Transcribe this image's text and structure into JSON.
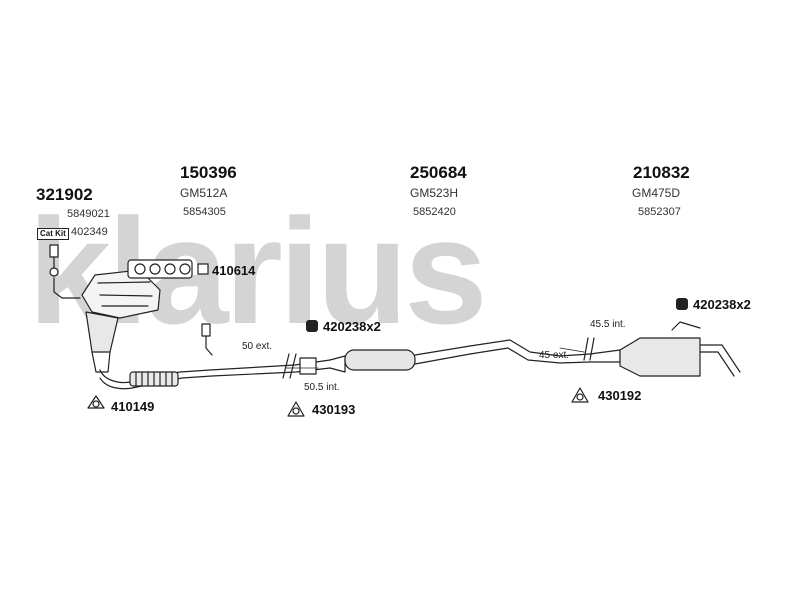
{
  "brand_watermark": "klarius",
  "parts": [
    {
      "part_no": "321902",
      "oe_code": "",
      "ref": "5849021"
    },
    {
      "part_no": "150396",
      "oe_code": "GM512A",
      "ref": "5854305"
    },
    {
      "part_no": "250684",
      "oe_code": "GM523H",
      "ref": "5852420"
    },
    {
      "part_no": "210832",
      "oe_code": "GM475D",
      "ref": "5852307"
    }
  ],
  "cat_kit": {
    "label": "Cat Kit",
    "number": "402349"
  },
  "fittings": {
    "gasket_manifold": "410614",
    "clamp_front": "410149",
    "rubber_mount_mid": "420238x2",
    "rubber_mount_rear": "420238x2",
    "clamp_mid": "430193",
    "clamp_rear": "430192"
  },
  "dimensions": {
    "front_ext": "50 ext.",
    "front_int": "50.5 int.",
    "rear_int": "45.5 int.",
    "rear_ext": "45 ext."
  }
}
